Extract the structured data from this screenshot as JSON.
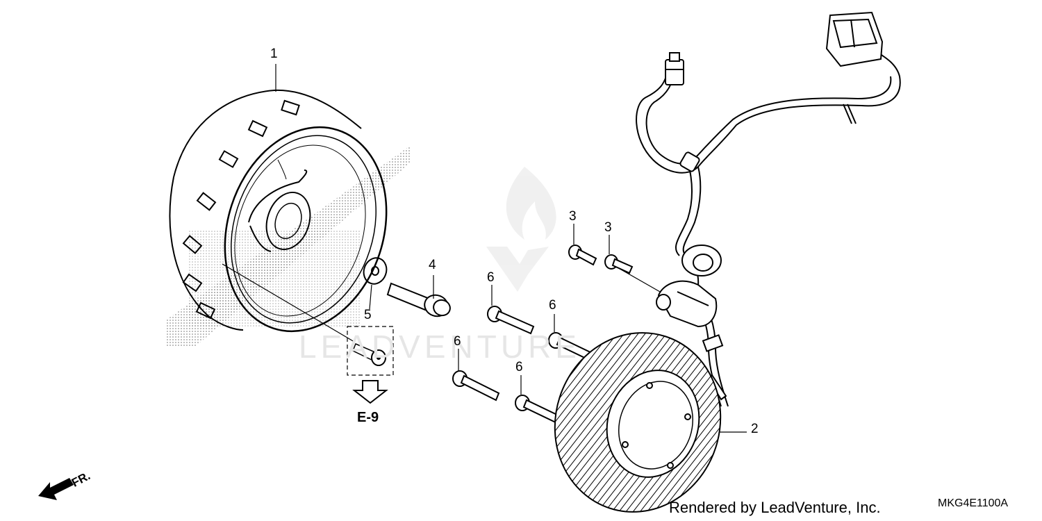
{
  "callouts": [
    {
      "id": "p1",
      "label": "1"
    },
    {
      "id": "p2",
      "label": "2"
    },
    {
      "id": "p3a",
      "label": "3"
    },
    {
      "id": "p3b",
      "label": "3"
    },
    {
      "id": "p4",
      "label": "4"
    },
    {
      "id": "p5",
      "label": "5"
    },
    {
      "id": "p6a",
      "label": "6"
    },
    {
      "id": "p6b",
      "label": "6"
    },
    {
      "id": "p6c",
      "label": "6"
    },
    {
      "id": "p6d",
      "label": "6"
    }
  ],
  "reference": {
    "label": "E-9"
  },
  "direction": {
    "label": "FR."
  },
  "watermark": {
    "text": "LEADVENTURE"
  },
  "footer": {
    "credit": "Rendered by LeadVenture, Inc.",
    "code": "MKG4E1100A"
  },
  "icons": [
    "front-direction-arrow-icon",
    "down-arrow-icon",
    "flame-logo-icon"
  ]
}
